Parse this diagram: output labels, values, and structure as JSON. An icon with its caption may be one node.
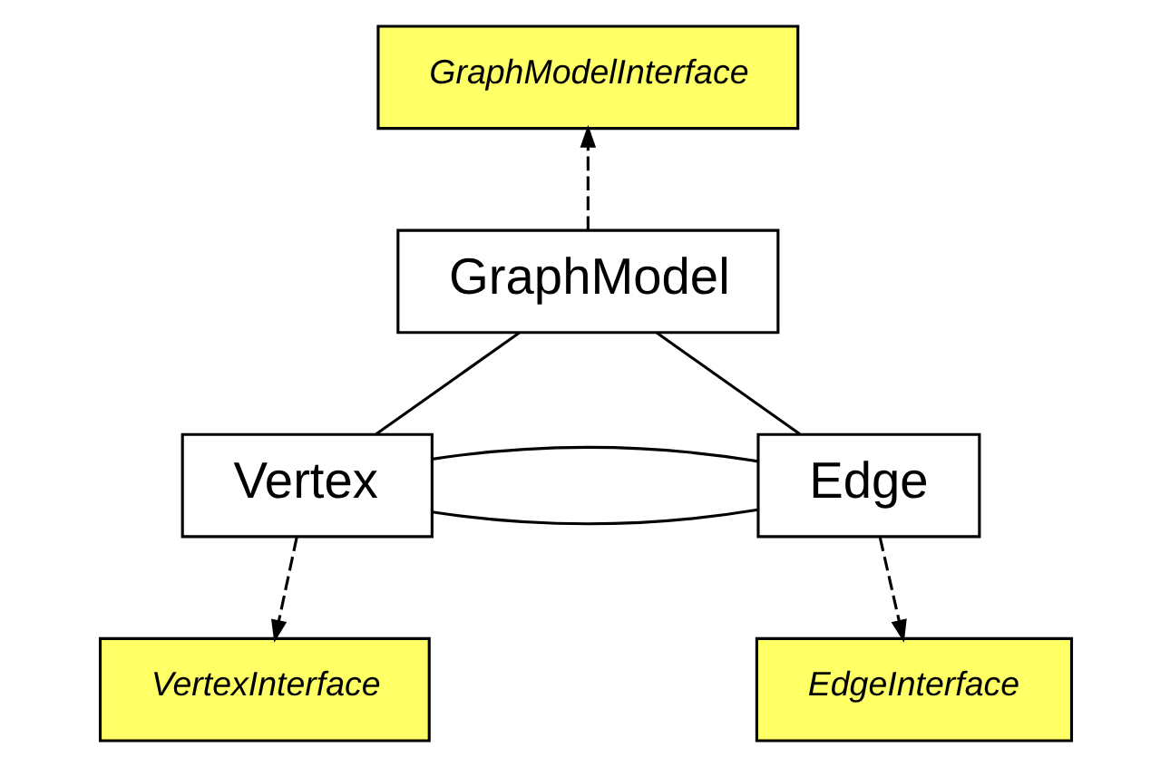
{
  "diagram": {
    "nodes": [
      {
        "text": [
          "GraphModelInterface"
        ]
      },
      {
        "text": [
          "GraphModel"
        ]
      },
      {
        "text": [
          "Vertex"
        ]
      },
      {
        "text": [
          "Edge"
        ]
      },
      {
        "text": [
          "VertexInterface"
        ]
      },
      {
        "text": [
          "EdgeInterface"
        ]
      }
    ],
    "edges": [
      {
        "from": 1,
        "to": 0,
        "arrow": "to",
        "style": "dashed"
      },
      {
        "from": 1,
        "to": 2,
        "arrow": "none"
      },
      {
        "from": 1,
        "to": 3,
        "arrow": "none"
      },
      {
        "from": 2,
        "to": 3,
        "arrow": "none"
      },
      {
        "from": 2,
        "to": 3,
        "arrow": "none"
      },
      {
        "from": 2,
        "to": 4,
        "arrow": "to",
        "style": "dashed"
      },
      {
        "from": 3,
        "to": 5,
        "arrow": "to",
        "style": "dashed"
      }
    ]
  }
}
